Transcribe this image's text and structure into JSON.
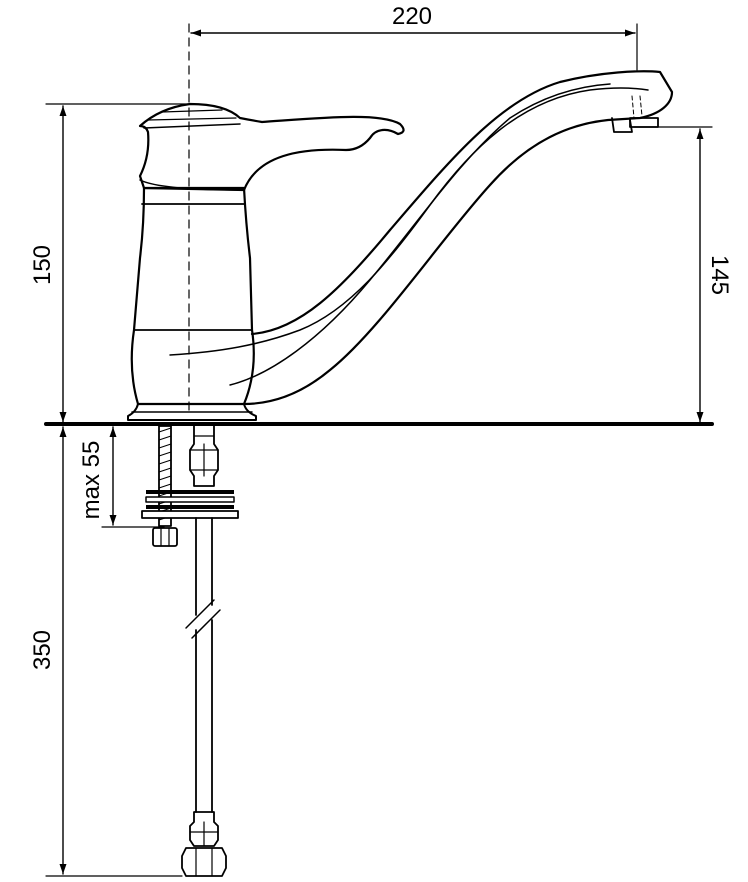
{
  "dimensions": {
    "spout_reach": "220",
    "total_height": "150",
    "outlet_height": "145",
    "max_countertop": "max 55",
    "hose_length": "350"
  },
  "colors": {
    "line": "#000000",
    "background": "#ffffff"
  }
}
